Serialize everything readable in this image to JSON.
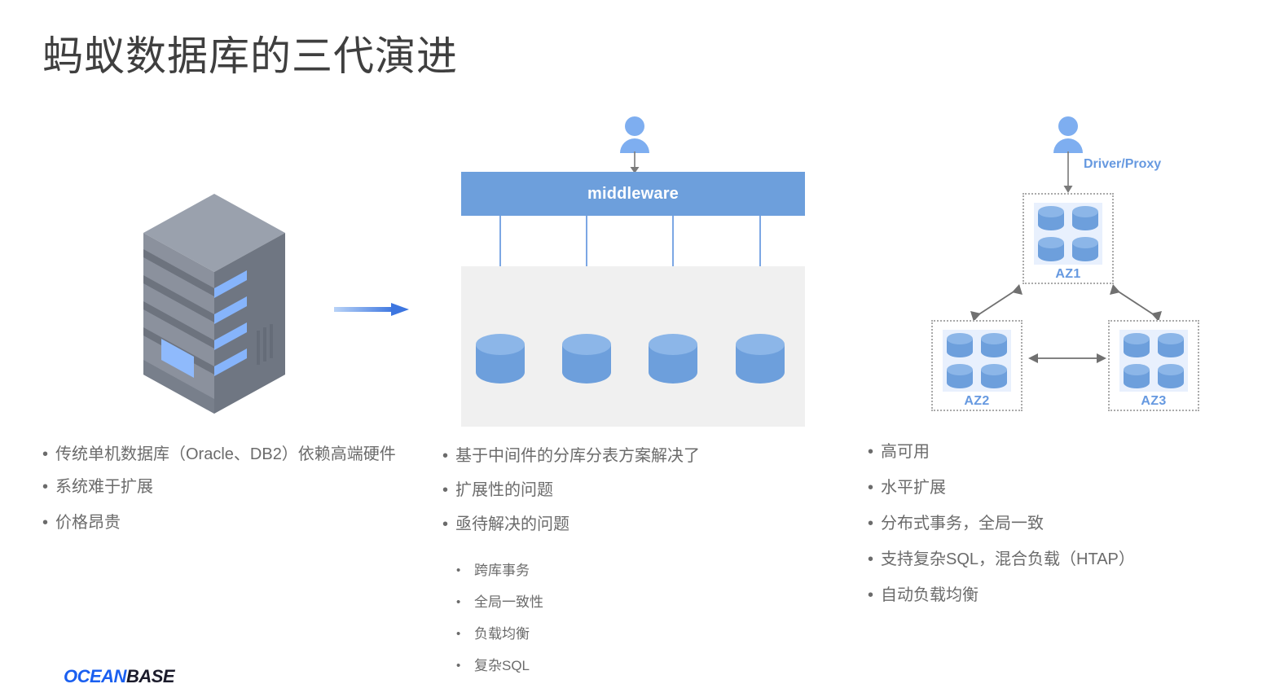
{
  "slide": {
    "title": "蚂蚁数据库的三代演进",
    "background_color": "#ffffff",
    "text_color": "#6b6b6b",
    "accent_blue": "#6699e0",
    "middleware_blue": "#6d9fdc",
    "panel_gray": "#f0f0f0"
  },
  "generation1": {
    "diagram": {
      "icon": "server-rack-icon",
      "transition_arrow": "right-arrow-icon"
    },
    "bullets": [
      "传统单机数据库（Oracle、DB2）依赖高端硬件",
      "系统难于扩展",
      "价格昂贵"
    ]
  },
  "generation2": {
    "diagram": {
      "user_icon": "person-icon",
      "middleware_label": "middleware",
      "database_count": 4,
      "arrow_count": 4
    },
    "bullets": [
      "基于中间件的分库分表方案解决了",
      "扩展性的问题",
      "亟待解决的问题"
    ],
    "sub_bullets": [
      "跨库事务",
      "全局一致性",
      "负载均衡",
      "复杂SQL"
    ]
  },
  "generation3": {
    "diagram": {
      "user_icon": "person-icon",
      "driver_label": "Driver/Proxy",
      "zones": [
        {
          "label": "AZ1",
          "db_count": 4
        },
        {
          "label": "AZ2",
          "db_count": 4
        },
        {
          "label": "AZ3",
          "db_count": 4
        }
      ]
    },
    "bullets": [
      "高可用",
      "水平扩展",
      "分布式事务，全局一致",
      "支持复杂SQL，混合负载（HTAP）",
      "自动负载均衡"
    ]
  },
  "logo": {
    "part1": "OCEAN",
    "part2": "BASE"
  },
  "bullet_glyph": "•"
}
